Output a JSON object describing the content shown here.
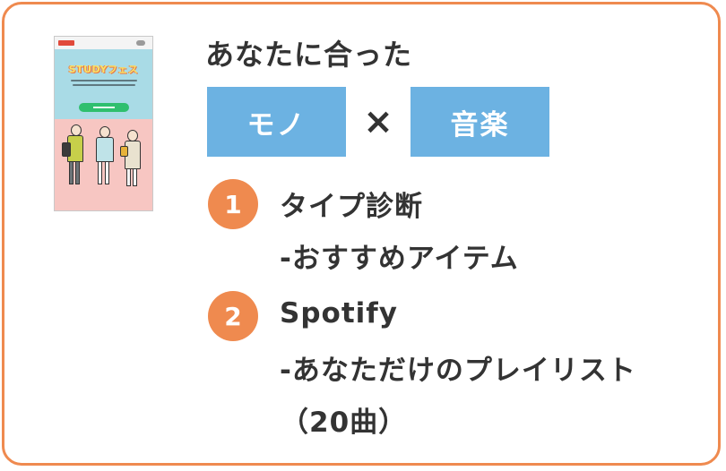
{
  "heading": "あなたに合った",
  "tags": {
    "left": "モノ",
    "cross": "×",
    "right": "音楽"
  },
  "items": [
    {
      "number": "1",
      "lines": [
        "タイプ診断",
        "-おすすめアイテム"
      ]
    },
    {
      "number": "2",
      "lines": [
        "Spotify",
        "-あなただけのプレイリスト",
        "（20曲）"
      ]
    }
  ],
  "thumbnail": {
    "title": "STUDYフェス",
    "colors": {
      "hero": "#a9dbe6",
      "pink": "#f7c6c2",
      "button": "#2fbf6e",
      "title": "#f7e26b"
    }
  },
  "colors": {
    "accent": "#ef8a4f",
    "tag": "#6cb2e2",
    "text": "#333333"
  }
}
